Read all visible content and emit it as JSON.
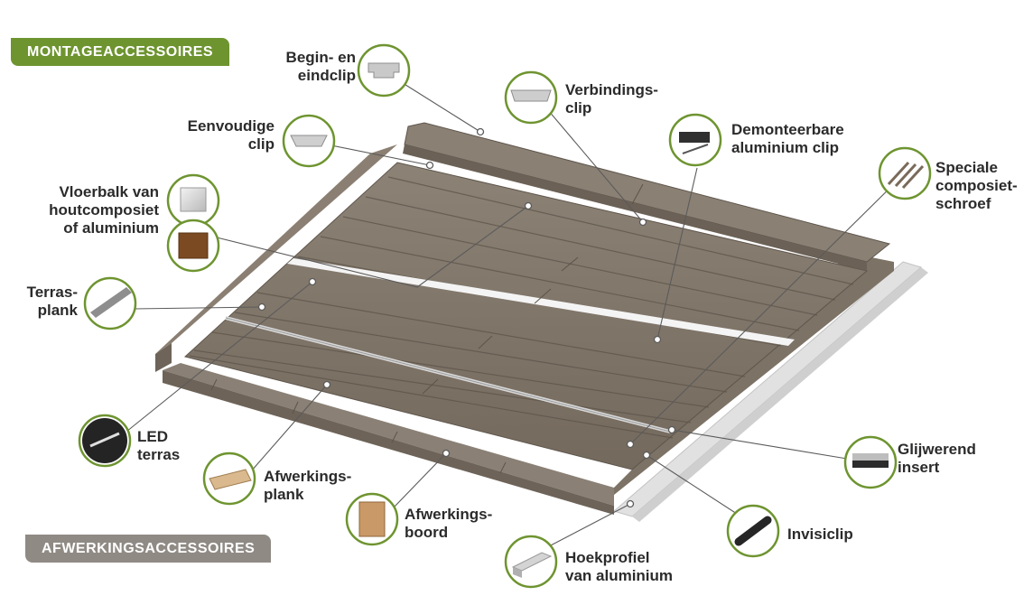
{
  "sections": {
    "top": "MONTAGEACCESSOIRES",
    "bottom": "AFWERKINGSACCESSOIRES"
  },
  "colors": {
    "accent_green": "#6e9430",
    "banner_gray": "#8f8a84",
    "board_brown": "#7f7468",
    "leader_line": "#5b5b5b"
  },
  "components": [
    {
      "id": "begin-en-eindclip",
      "label": "Begin- en\neindclip",
      "icon": "clip-icon"
    },
    {
      "id": "verbindingsclip",
      "label": "Verbindings-\nclip",
      "icon": "clip-icon"
    },
    {
      "id": "eenvoudige-clip",
      "label": "Eenvoudige\nclip",
      "icon": "clip-icon"
    },
    {
      "id": "demonteerbare-aluminium-clip",
      "label": "Demonteerbare\naluminium clip",
      "icon": "aluminium-clip-icon"
    },
    {
      "id": "vloerbalk",
      "label": "Vloerbalk van\nhoutcomposiet\nof aluminium",
      "icon": "joist-icon"
    },
    {
      "id": "speciale-composietschroef",
      "label": "Speciale\ncomposiet-\nschroef",
      "icon": "screw-icon"
    },
    {
      "id": "terrasplank",
      "label": "Terras-\nplank",
      "icon": "plank-icon"
    },
    {
      "id": "led-terras",
      "label": "LED\nterras",
      "icon": "led-icon"
    },
    {
      "id": "glijwerend-insert",
      "label": "Glijwerend\ninsert",
      "icon": "insert-icon"
    },
    {
      "id": "afwerkingsplank",
      "label": "Afwerkings-\nplank",
      "icon": "finishing-plank-icon"
    },
    {
      "id": "afwerkingsboord",
      "label": "Afwerkings-\nboord",
      "icon": "finishing-board-icon"
    },
    {
      "id": "invisiclip",
      "label": "Invisiclip",
      "icon": "invisiclip-icon"
    },
    {
      "id": "hoekprofiel",
      "label": "Hoekprofiel\nvan aluminium",
      "icon": "corner-profile-icon"
    }
  ]
}
